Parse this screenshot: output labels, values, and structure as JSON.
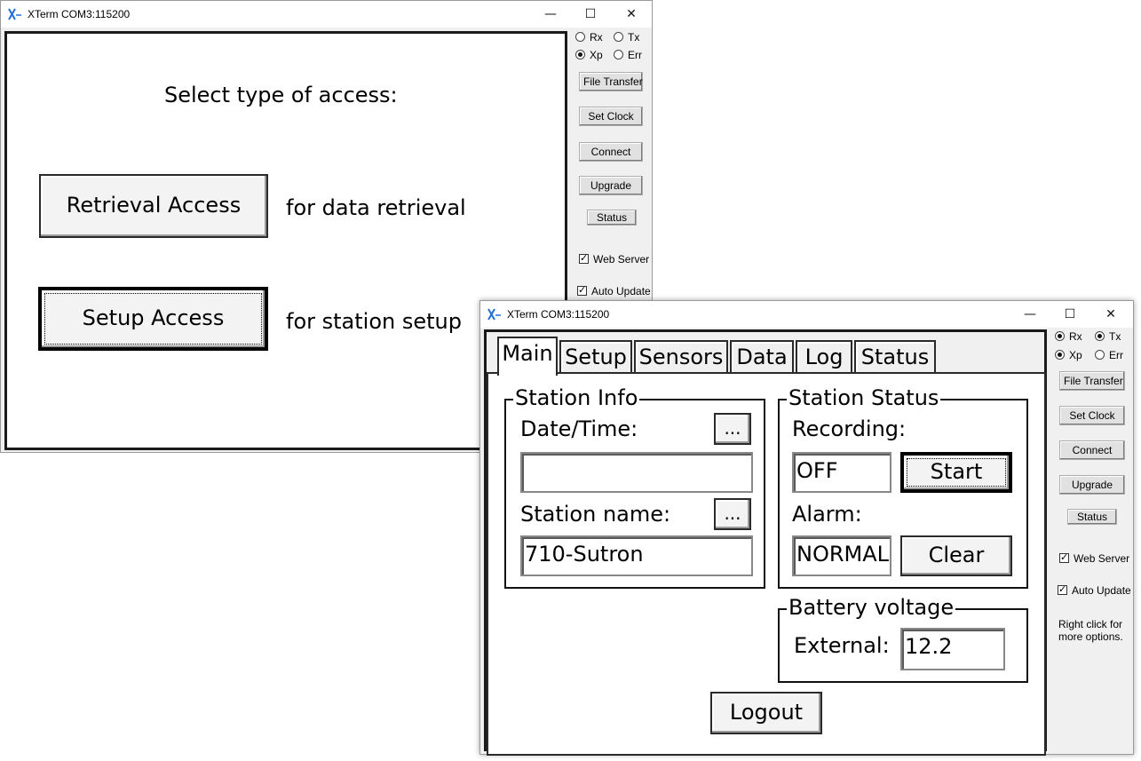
{
  "window1": {
    "title": "XTerm COM3:115200",
    "controls": {
      "minimize": "—",
      "maximize": "☐",
      "close": "✕"
    },
    "screen": {
      "heading": "Select type of access:",
      "options": [
        {
          "button": "Retrieval Access",
          "description": "for data retrieval"
        },
        {
          "button": "Setup Access",
          "description": "for station setup"
        }
      ]
    },
    "side": {
      "radios": [
        {
          "label": "Rx",
          "checked": false
        },
        {
          "label": "Tx",
          "checked": false
        },
        {
          "label": "Xp",
          "checked": true
        },
        {
          "label": "Err",
          "checked": false
        }
      ],
      "buttons": [
        "File Transfer",
        "Set Clock",
        "Connect",
        "Upgrade",
        "Status"
      ],
      "checkboxes": [
        {
          "label": "Web Server",
          "checked": true
        },
        {
          "label": "Auto Update",
          "checked": true
        }
      ]
    }
  },
  "window2": {
    "title": "XTerm COM3:115200",
    "controls": {
      "minimize": "—",
      "maximize": "☐",
      "close": "✕"
    },
    "tabs": [
      "Main",
      "Setup",
      "Sensors",
      "Data",
      "Log",
      "Status"
    ],
    "active_tab": "Main",
    "station_info": {
      "legend": "Station Info",
      "datetime_label": "Date/Time:",
      "datetime_value": "",
      "name_label": "Station name:",
      "name_value": "710-Sutron",
      "ellipsis": "..."
    },
    "station_status": {
      "legend": "Station Status",
      "recording_label": "Recording:",
      "recording_value": "OFF",
      "start_button": "Start",
      "alarm_label": "Alarm:",
      "alarm_value": "NORMAL",
      "clear_button": "Clear"
    },
    "battery": {
      "legend": "Battery voltage",
      "external_label": "External:",
      "external_value": "12.2"
    },
    "logout_button": "Logout",
    "side": {
      "radios": [
        {
          "label": "Rx",
          "checked": true
        },
        {
          "label": "Tx",
          "checked": true
        },
        {
          "label": "Xp",
          "checked": true
        },
        {
          "label": "Err",
          "checked": false
        }
      ],
      "buttons": [
        "File Transfer",
        "Set Clock",
        "Connect",
        "Upgrade",
        "Status"
      ],
      "checkboxes": [
        {
          "label": "Web Server",
          "checked": true
        },
        {
          "label": "Auto Update",
          "checked": true
        }
      ],
      "hint_line1": "Right click for",
      "hint_line2": "more options."
    }
  },
  "colors": {
    "window_bg": "#f0f0f0",
    "lcd_bg": "#ffffff",
    "border": "#000000",
    "icon_blue": "#1e6fd9"
  }
}
